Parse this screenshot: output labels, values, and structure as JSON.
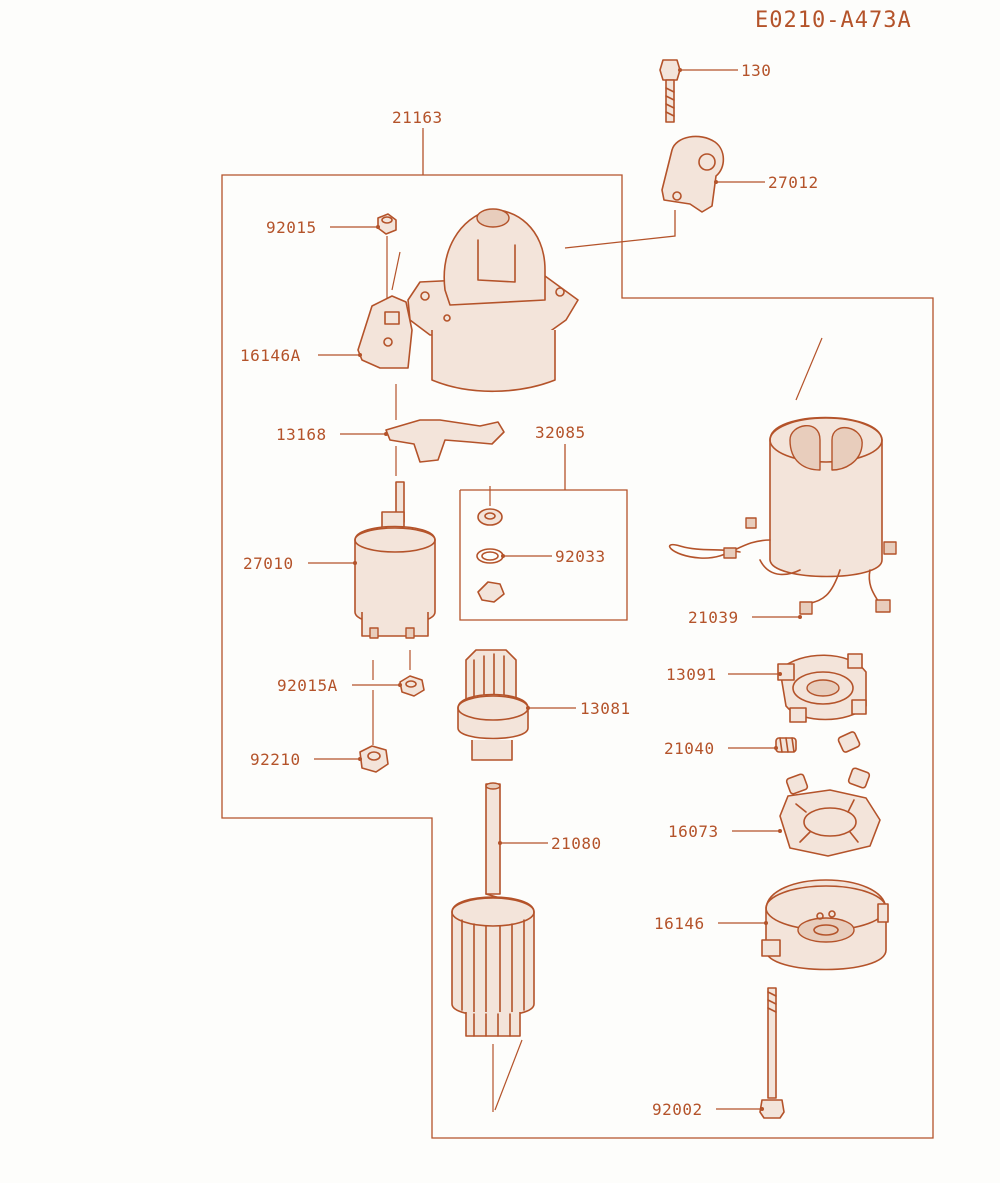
{
  "diagram_code": "E0210-A473A",
  "colors": {
    "ink": "#b4532a",
    "fill": "#f3e4da",
    "background": "#fdfdfb"
  },
  "parts": {
    "p130": "130",
    "p27012": "27012",
    "p21163": "21163",
    "p92015": "92015",
    "p16146A": "16146A",
    "p13168": "13168",
    "p32085": "32085",
    "p27010": "27010",
    "p92033": "92033",
    "p21039": "21039",
    "p13091": "13091",
    "p92015A": "92015A",
    "p13081": "13081",
    "p92210": "92210",
    "p21040": "21040",
    "p21080": "21080",
    "p16073": "16073",
    "p16146": "16146",
    "p92002": "92002"
  }
}
